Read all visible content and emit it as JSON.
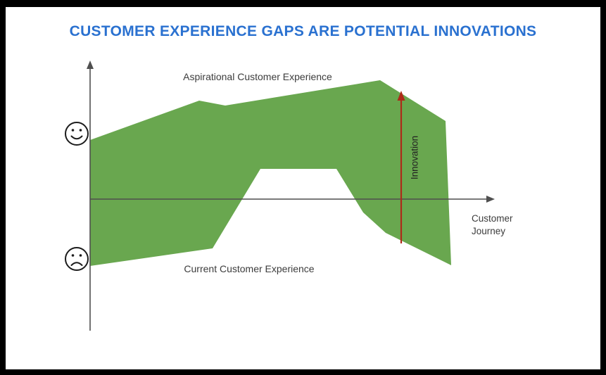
{
  "title": "CUSTOMER EXPERIENCE GAPS ARE POTENTIAL INNOVATIONS",
  "labels": {
    "aspirational": "Aspirational Customer Experience",
    "current": "Current Customer Experience",
    "innovation": "Innovation",
    "x_axis": "Customer Journey"
  },
  "icons": {
    "positive": "happy-face-icon",
    "negative": "sad-face-icon",
    "innovation_arrow": "up-arrow-icon"
  },
  "colors": {
    "frame": "#000000",
    "canvas": "#ffffff",
    "title": "#2a71d0",
    "band": "#69a74f",
    "arrow": "#ae2a19",
    "axis": "#4f4f4f",
    "text": "#3c3c3c"
  }
}
